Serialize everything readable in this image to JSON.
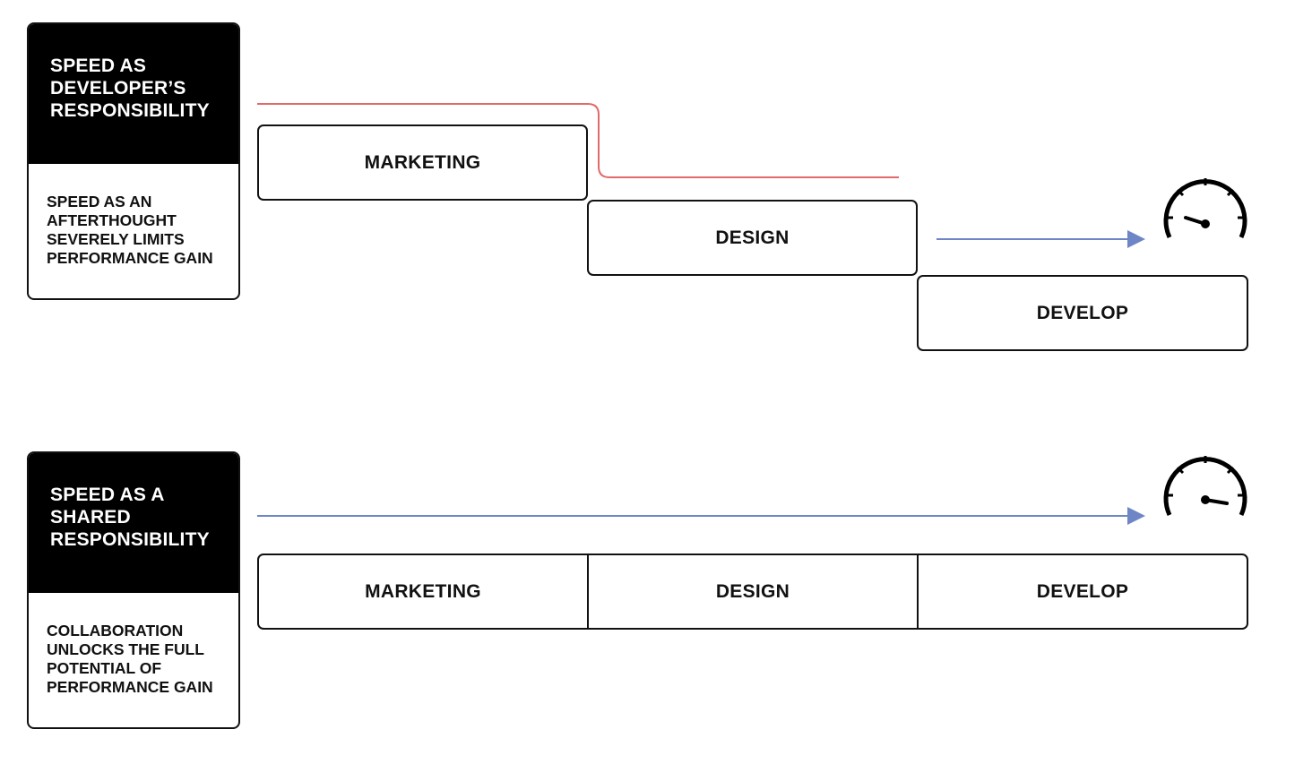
{
  "top_panel": {
    "header": "SPEED AS\nDEVELOPER’S\nRESPONSIBILITY",
    "caption": "SPEED AS AN\nAFTERTHOUGHT\nSEVERELY LIMITS\nPERFORMANCE GAIN",
    "stages": [
      "MARKETING",
      "DESIGN",
      "DEVELOP"
    ]
  },
  "bottom_panel": {
    "header": "SPEED AS A\nSHARED\nRESPONSIBILITY",
    "caption": "COLLABORATION\nUNLOCKS THE FULL\nPOTENTIAL OF\nPERFORMANCE GAIN",
    "stages": [
      "MARKETING",
      "DESIGN",
      "DEVELOP"
    ]
  },
  "colors": {
    "red_line": "#e06a6a",
    "blue_arrow": "#6f86c6",
    "stroke": "#111111"
  },
  "icons": [
    "speedometer-icon",
    "speedometer-icon"
  ]
}
